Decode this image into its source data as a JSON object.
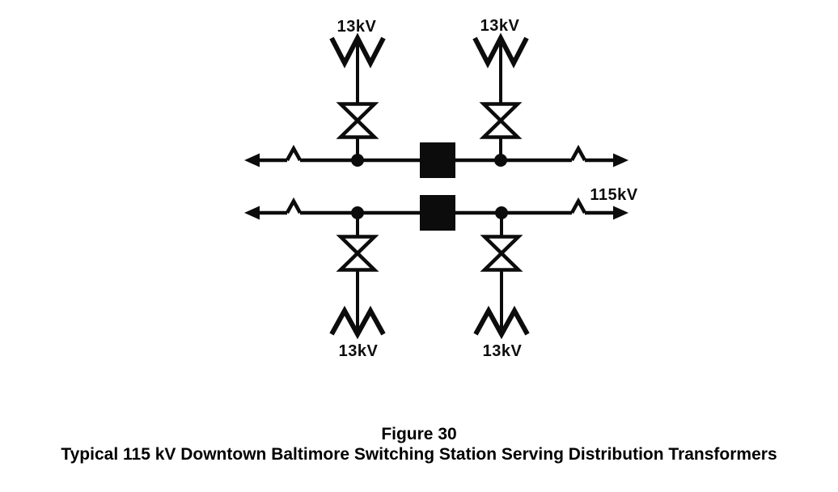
{
  "page": {
    "background": "#ffffff"
  },
  "diagram": {
    "colors": {
      "line": "#000000",
      "breaker_fill": "#000000",
      "switch_fill": "#ffffff"
    },
    "labels": {
      "bus_voltage": "115kV",
      "feeder_top_left": "13kV",
      "feeder_top_right": "13kV",
      "feeder_bottom_left": "13kV",
      "feeder_bottom_right": "13kV"
    }
  },
  "caption": {
    "figure_number": "Figure 30",
    "title": "Typical 115 kV Downtown Baltimore Switching Station Serving Distribution Transformers"
  }
}
